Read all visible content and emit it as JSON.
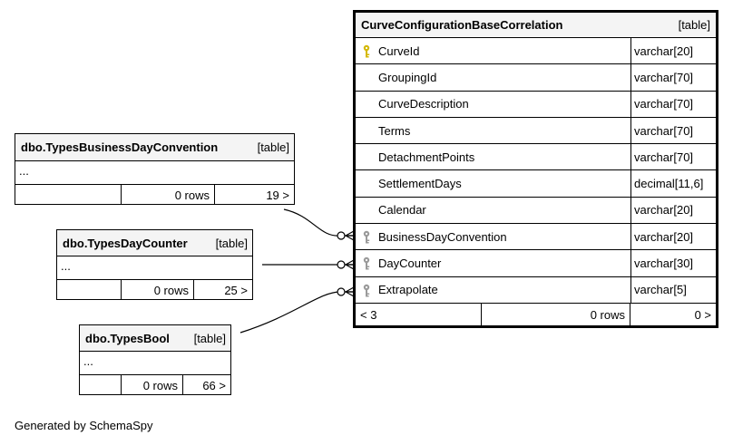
{
  "main_table": {
    "name": "CurveConfigurationBaseCorrelation",
    "tag": "[table]",
    "columns": [
      {
        "name": "CurveId",
        "type": "varchar[20]",
        "key": "primary"
      },
      {
        "name": "GroupingId",
        "type": "varchar[70]",
        "key": ""
      },
      {
        "name": "CurveDescription",
        "type": "varchar[70]",
        "key": ""
      },
      {
        "name": "Terms",
        "type": "varchar[70]",
        "key": ""
      },
      {
        "name": "DetachmentPoints",
        "type": "varchar[70]",
        "key": ""
      },
      {
        "name": "SettlementDays",
        "type": "decimal[11,6]",
        "key": ""
      },
      {
        "name": "Calendar",
        "type": "varchar[20]",
        "key": ""
      },
      {
        "name": "BusinessDayConvention",
        "type": "varchar[20]",
        "key": "foreign"
      },
      {
        "name": "DayCounter",
        "type": "varchar[30]",
        "key": "foreign"
      },
      {
        "name": "Extrapolate",
        "type": "varchar[5]",
        "key": "foreign"
      }
    ],
    "footer": {
      "parents": "< 3",
      "rows": "0 rows",
      "children": "0 >"
    }
  },
  "related_tables": [
    {
      "name": "dbo.TypesBusinessDayConvention",
      "tag": "[table]",
      "ellipsis": "...",
      "rows": "0 rows",
      "children": "19 >"
    },
    {
      "name": "dbo.TypesDayCounter",
      "tag": "[table]",
      "ellipsis": "...",
      "rows": "0 rows",
      "children": "25 >"
    },
    {
      "name": "dbo.TypesBool",
      "tag": "[table]",
      "ellipsis": "...",
      "rows": "0 rows",
      "children": "66 >"
    }
  ],
  "footer_text": "Generated by SchemaSpy",
  "colors": {
    "header_bg": "#f4f4f4",
    "primary_key": "#d4b800",
    "foreign_key": "#9a9a9a",
    "border": "#000000"
  }
}
